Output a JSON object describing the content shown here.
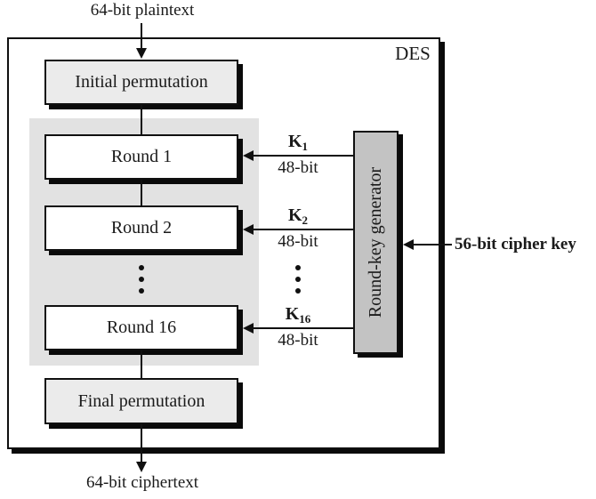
{
  "labels": {
    "plaintext": "64-bit plaintext",
    "ciphertext": "64-bit ciphertext",
    "des": "DES",
    "initial_permutation": "Initial permutation",
    "final_permutation": "Final permutation",
    "round_key_generator": "Round-key generator",
    "cipher_key": "56-bit cipher key"
  },
  "rounds": [
    {
      "label": "Round 1"
    },
    {
      "label": "Round 2"
    },
    {
      "label": "Round 16"
    }
  ],
  "keys": [
    {
      "symbol": "K",
      "subscript": "1",
      "bits": "48-bit"
    },
    {
      "symbol": "K",
      "subscript": "2",
      "bits": "48-bit"
    },
    {
      "symbol": "K",
      "subscript": "16",
      "bits": "48-bit"
    }
  ],
  "icons": {
    "vertical_ellipsis": "vertical-ellipsis-icon",
    "arrow_down": "arrow-down-icon",
    "arrow_left": "arrow-left-icon"
  },
  "colors": {
    "background": "#ffffff",
    "line": "#101010",
    "rounds_region": "#e2e2e2",
    "permutation_fill": "#ebebeb",
    "round_fill": "#ffffff",
    "key_generator_fill": "#c3c3c3",
    "shadow": "#0a0a0a",
    "text": "#1a1a1a"
  }
}
